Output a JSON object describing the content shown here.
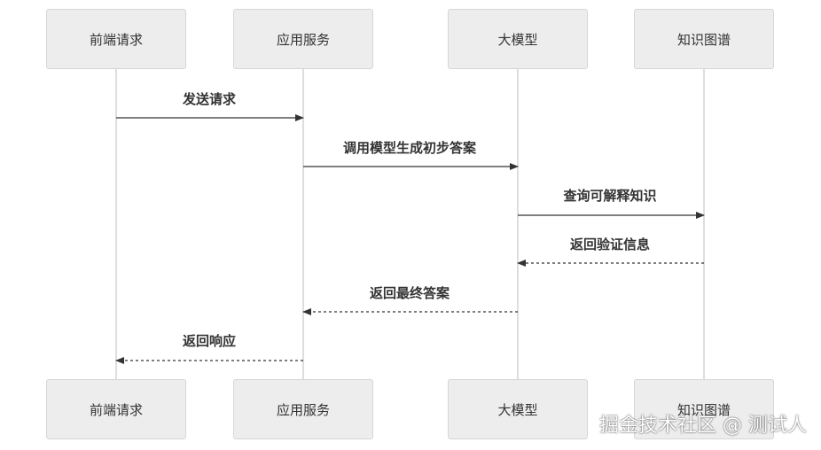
{
  "actors": [
    "前端请求",
    "应用服务",
    "大模型",
    "知识图谱"
  ],
  "messages": [
    {
      "label": "发送请求",
      "from": 0,
      "to": 1,
      "style": "solid"
    },
    {
      "label": "调用模型生成初步答案",
      "from": 1,
      "to": 2,
      "style": "solid"
    },
    {
      "label": "查询可解释知识",
      "from": 2,
      "to": 3,
      "style": "solid"
    },
    {
      "label": "返回验证信息",
      "from": 3,
      "to": 2,
      "style": "dashed"
    },
    {
      "label": "返回最终答案",
      "from": 2,
      "to": 1,
      "style": "dashed"
    },
    {
      "label": "返回响应",
      "from": 1,
      "to": 0,
      "style": "dashed"
    }
  ],
  "watermark": "掘金技术社区 @ 测试人"
}
